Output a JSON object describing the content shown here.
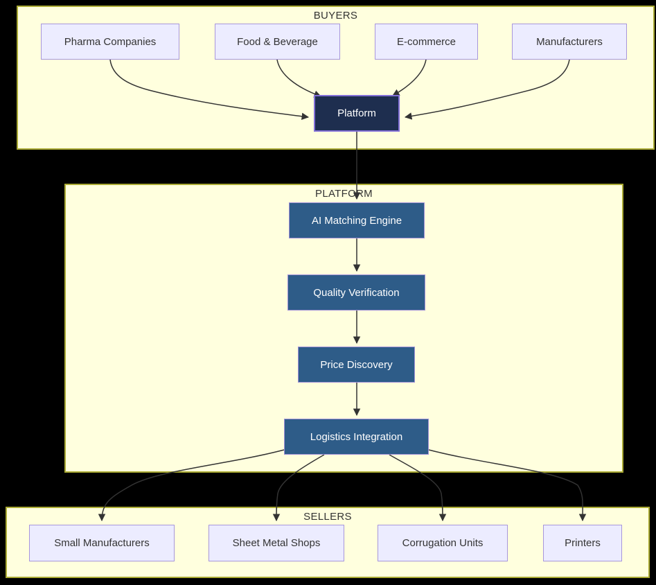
{
  "sections": {
    "buyers": {
      "label": "BUYERS"
    },
    "platform": {
      "label": "PLATFORM"
    },
    "sellers": {
      "label": "SELLERS"
    }
  },
  "nodes": {
    "pharma": {
      "label": "Pharma Companies"
    },
    "food": {
      "label": "Food & Beverage"
    },
    "ecommerce": {
      "label": "E-commerce"
    },
    "manufacturers": {
      "label": "Manufacturers"
    },
    "platform": {
      "label": "Platform"
    },
    "ai_matching": {
      "label": "AI Matching Engine"
    },
    "quality": {
      "label": "Quality Verification"
    },
    "price": {
      "label": "Price Discovery"
    },
    "logistics": {
      "label": "Logistics Integration"
    },
    "small_manufacturers": {
      "label": "Small Manufacturers"
    },
    "sheet_metal": {
      "label": "Sheet Metal Shops"
    },
    "corrugation": {
      "label": "Corrugation Units"
    },
    "printers": {
      "label": "Printers"
    }
  },
  "edges": [
    {
      "from": "Pharma Companies",
      "to": "Platform"
    },
    {
      "from": "Food & Beverage",
      "to": "Platform"
    },
    {
      "from": "E-commerce",
      "to": "Platform"
    },
    {
      "from": "Manufacturers",
      "to": "Platform"
    },
    {
      "from": "Platform",
      "to": "AI Matching Engine"
    },
    {
      "from": "AI Matching Engine",
      "to": "Quality Verification"
    },
    {
      "from": "Quality Verification",
      "to": "Price Discovery"
    },
    {
      "from": "Price Discovery",
      "to": "Logistics Integration"
    },
    {
      "from": "Logistics Integration",
      "to": "Small Manufacturers"
    },
    {
      "from": "Logistics Integration",
      "to": "Sheet Metal Shops"
    },
    {
      "from": "Logistics Integration",
      "to": "Corrugation Units"
    },
    {
      "from": "Logistics Integration",
      "to": "Printers"
    }
  ],
  "colors": {
    "canvas_bg": "#000000",
    "section_fill": "#FFFFDE",
    "section_border": "#AAAA33",
    "light_node_fill": "#ECECFF",
    "light_node_border": "#A796DB",
    "platform_node_fill": "#1E2E4F",
    "process_node_fill": "#2E5C88",
    "dark_node_border": "#8370D8",
    "edge_color": "#333333",
    "text_dark": "#333333",
    "text_light": "#FFFFFF"
  }
}
